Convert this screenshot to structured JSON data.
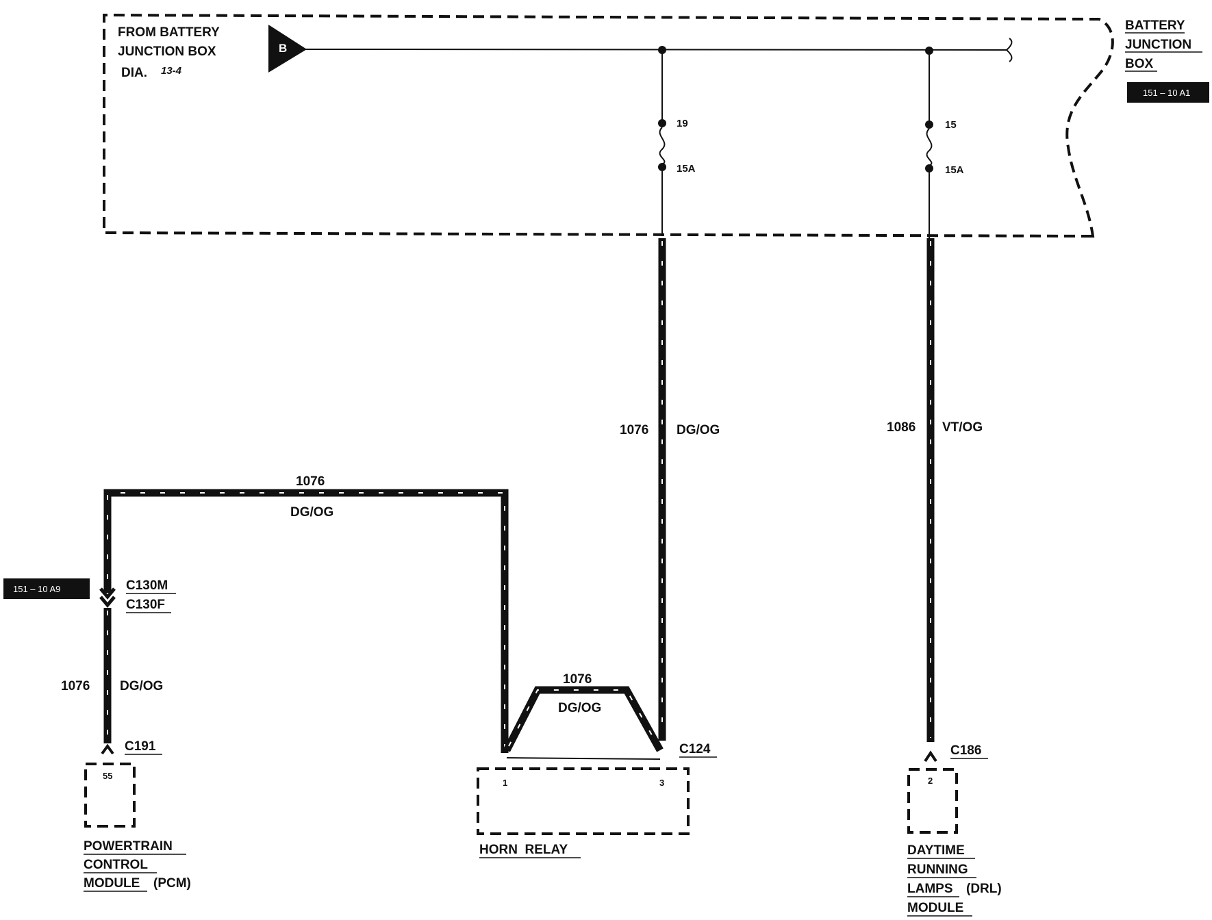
{
  "battery_box": {
    "from_lines": [
      "FROM BATTERY",
      "JUNCTION BOX"
    ],
    "dia_prefix": "DIA.",
    "dia_number": "13-4",
    "connector_letter": "B",
    "title_lines": [
      "BATTERY",
      "JUNCTION",
      "BOX"
    ],
    "ref_tag": "151 – 10 A1"
  },
  "fuses": [
    {
      "number": "19",
      "rating": "15A"
    },
    {
      "number": "15",
      "rating": "15A"
    }
  ],
  "wires": {
    "riser_1076": {
      "circuit": "1076",
      "color": "DG/OG"
    },
    "riser_1086": {
      "circuit": "1086",
      "color": "VT/OG"
    },
    "top_1076": {
      "circuit": "1076",
      "color": "DG/OG"
    },
    "pcm_1076": {
      "circuit": "1076",
      "color": "DG/OG"
    },
    "relay_jumper_1076": {
      "circuit": "1076",
      "color": "DG/OG"
    }
  },
  "connectors": {
    "c130_male": "C130M",
    "c130_female": "C130F",
    "c130_ref_tag": "151 – 10 A9",
    "c191": "C191",
    "c124": "C124",
    "c186": "C186"
  },
  "components": {
    "pcm": {
      "pin": "55",
      "lines": [
        "POWERTRAIN",
        "CONTROL",
        "MODULE"
      ],
      "suffix": "(PCM)"
    },
    "horn_relay": {
      "pin_1": "1",
      "pin_3": "3",
      "label": "HORN  RELAY"
    },
    "drl": {
      "pin": "2",
      "lines": [
        "DAYTIME",
        "RUNNING",
        "LAMPS",
        "MODULE"
      ],
      "suffix": "(DRL)"
    }
  }
}
